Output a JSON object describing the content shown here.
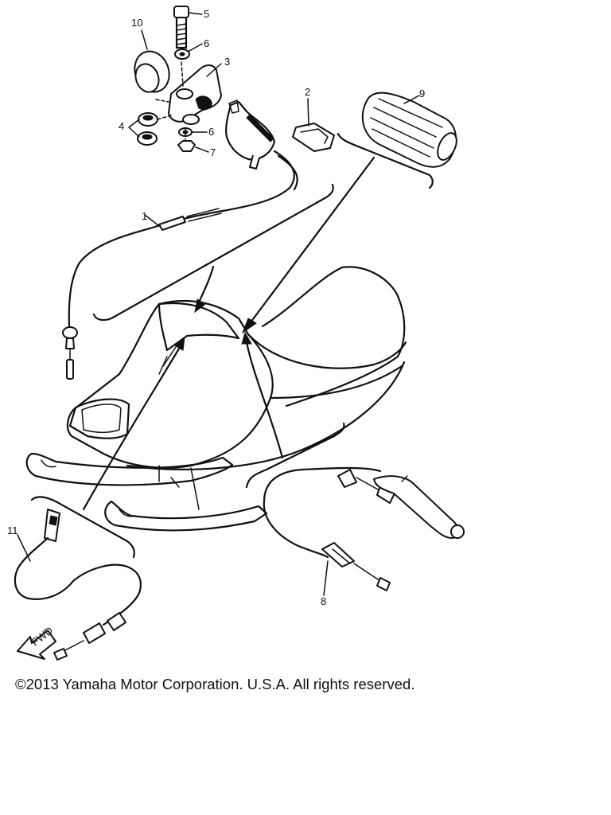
{
  "parts": [
    {
      "number": "1",
      "name": "cable-1"
    },
    {
      "number": "2",
      "name": "clip-2"
    },
    {
      "number": "3",
      "name": "bracket-3"
    },
    {
      "number": "4",
      "name": "grommet-4"
    },
    {
      "number": "5",
      "name": "bolt-5"
    },
    {
      "number": "6",
      "name": "washer-6"
    },
    {
      "number": "6",
      "name": "washer-6b"
    },
    {
      "number": "7",
      "name": "nut-7"
    },
    {
      "number": "8",
      "name": "brake-cable-8"
    },
    {
      "number": "9",
      "name": "grip-9"
    },
    {
      "number": "10",
      "name": "collar-10"
    },
    {
      "number": "11",
      "name": "cable-11"
    }
  ],
  "fwd_label": "FWD",
  "copyright": "©2013 Yamaha Motor Corporation. U.S.A. All rights reserved."
}
